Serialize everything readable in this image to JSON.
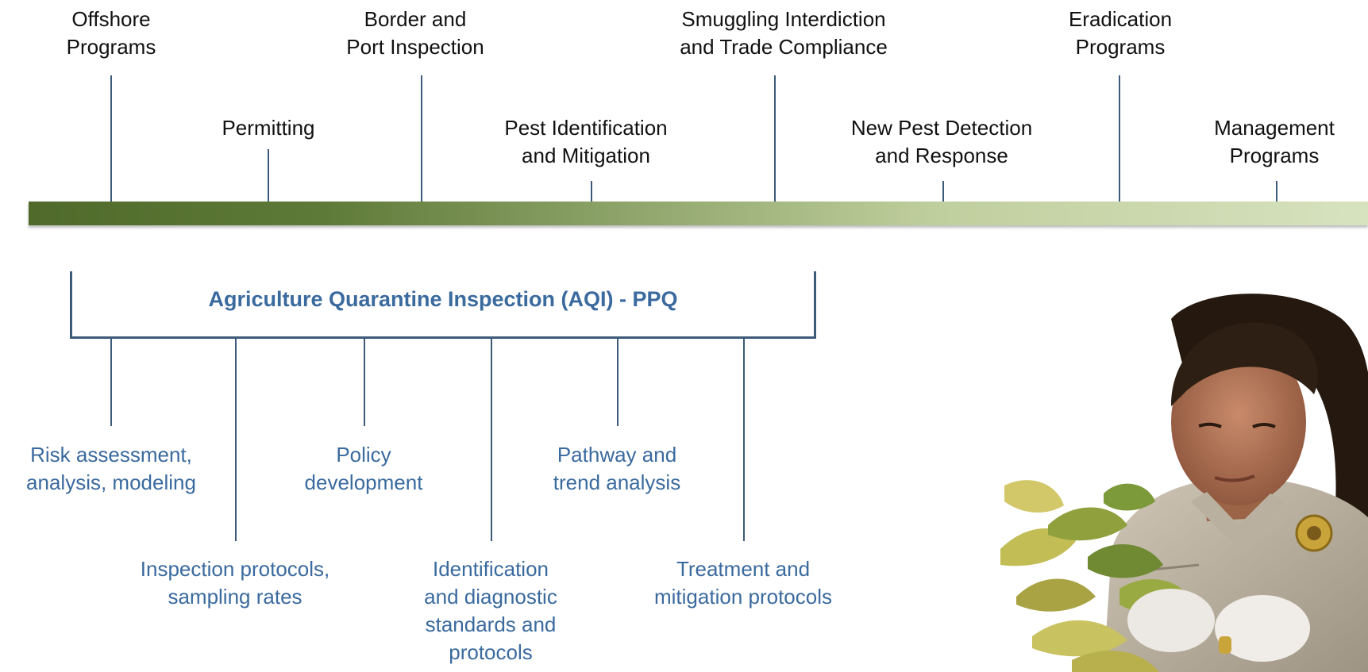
{
  "top_labels": {
    "offshore": "Offshore\nPrograms",
    "permitting": "Permitting",
    "border": "Border and\nPort Inspection",
    "pest_id": "Pest Identification\nand Mitigation",
    "smuggling": "Smuggling Interdiction\nand Trade Compliance",
    "new_pest": "New Pest Detection\nand Response",
    "eradication": "Eradication\nPrograms",
    "management": "Management\nPrograms"
  },
  "aqi": {
    "title": "Agriculture Quarantine Inspection (AQI) - PPQ"
  },
  "bottom_labels": {
    "risk": "Risk assessment,\nanalysis, modeling",
    "inspection": "Inspection protocols,\nsampling rates",
    "policy": "Policy\ndevelopment",
    "identification": "Identification\nand diagnostic\nstandards and\nprotocols",
    "pathway": "Pathway and\ntrend analysis",
    "treatment": "Treatment and\nmitigation protocols"
  },
  "colors": {
    "timeline_dark": "#4f6a2a",
    "timeline_light": "#d7e2bf",
    "accent_blue": "#3a6a9e",
    "line": "#3d5a7a"
  },
  "image": {
    "subject": "inspector-with-plant-sample-photo"
  }
}
